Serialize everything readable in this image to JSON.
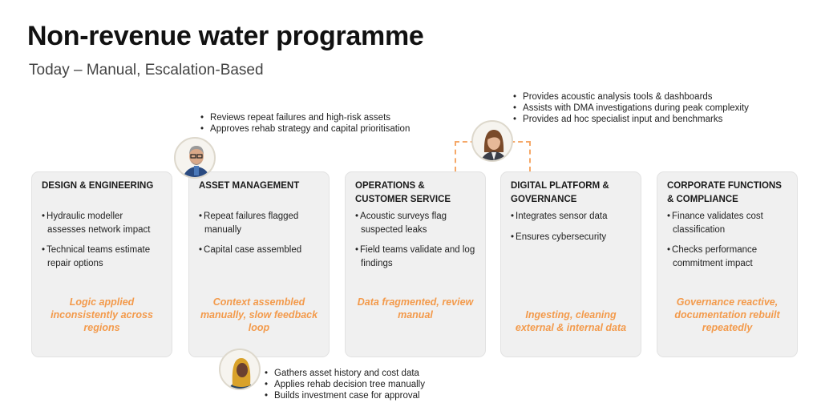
{
  "header": {
    "title": "Non-revenue water programme",
    "subtitle": "Today – Manual, Escalation-Based"
  },
  "colors": {
    "accent": "#f39a4b",
    "card_bg": "#f0f0f0"
  },
  "cards": [
    {
      "title": "DESIGN & ENGINEERING",
      "bullets": [
        "Hydraulic modeller assesses network impact",
        "Technical teams estimate repair options"
      ],
      "pain": "Logic applied inconsistently across regions"
    },
    {
      "title": "ASSET MANAGEMENT",
      "bullets": [
        "Repeat failures flagged manually",
        "Capital case assembled"
      ],
      "pain": "Context assembled manually, slow feedback loop"
    },
    {
      "title": "OPERATIONS & CUSTOMER SERVICE",
      "bullets": [
        "Acoustic surveys flag suspected leaks",
        "Field teams validate and log findings"
      ],
      "pain": "Data fragmented, review manual"
    },
    {
      "title": "DIGITAL PLATFORM & GOVERNANCE",
      "bullets": [
        "Integrates sensor data",
        "Ensures cybersecurity"
      ],
      "pain": "Ingesting, cleaning external & internal data"
    },
    {
      "title": "CORPORATE FUNCTIONS & COMPLIANCE",
      "bullets": [
        "Finance validates cost classification",
        "Checks performance commitment impact"
      ],
      "pain": "Governance reactive, documentation rebuilt repeatedly"
    }
  ],
  "personas": [
    {
      "icon": "older-man-avatar-icon",
      "notes": [
        "Reviews repeat failures and high-risk assets",
        "Approves rehab strategy and capital prioritisation"
      ]
    },
    {
      "icon": "woman-avatar-icon",
      "notes": [
        "Provides acoustic analysis tools & dashboards",
        "Assists with DMA investigations during peak complexity",
        "Provides ad hoc specialist input and benchmarks"
      ]
    },
    {
      "icon": "woman-hijab-avatar-icon",
      "notes": [
        "Gathers asset history and cost data",
        "Applies rehab decision tree manually",
        "Builds investment case for approval"
      ]
    }
  ]
}
